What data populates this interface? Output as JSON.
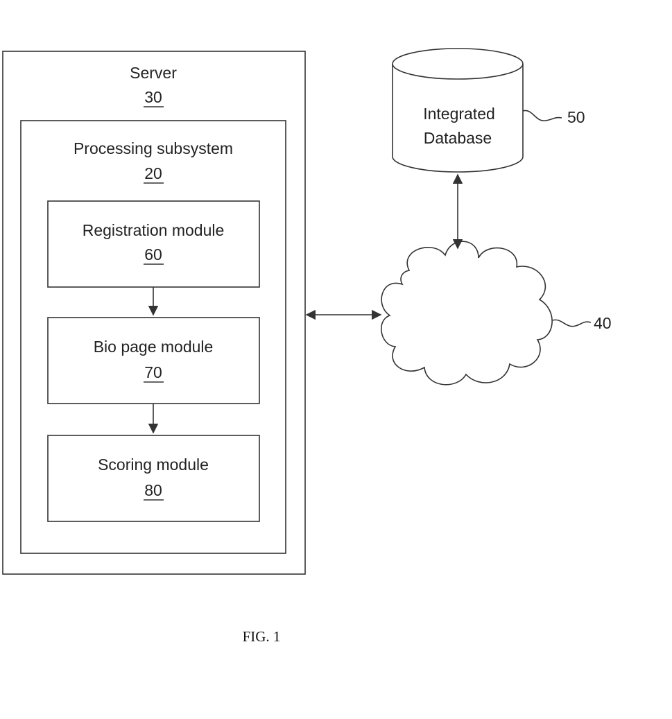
{
  "server": {
    "label": "Server",
    "ref": "30"
  },
  "processing_subsystem": {
    "label": "Processing subsystem",
    "ref": "20"
  },
  "modules": [
    {
      "label": "Registration module",
      "ref": "60"
    },
    {
      "label": "Bio page module",
      "ref": "70"
    },
    {
      "label": "Scoring module",
      "ref": "80"
    }
  ],
  "database": {
    "line1": "Integrated",
    "line2": "Database",
    "ref": "50"
  },
  "network": {
    "ref": "40"
  },
  "figure_caption": "FIG. 1"
}
